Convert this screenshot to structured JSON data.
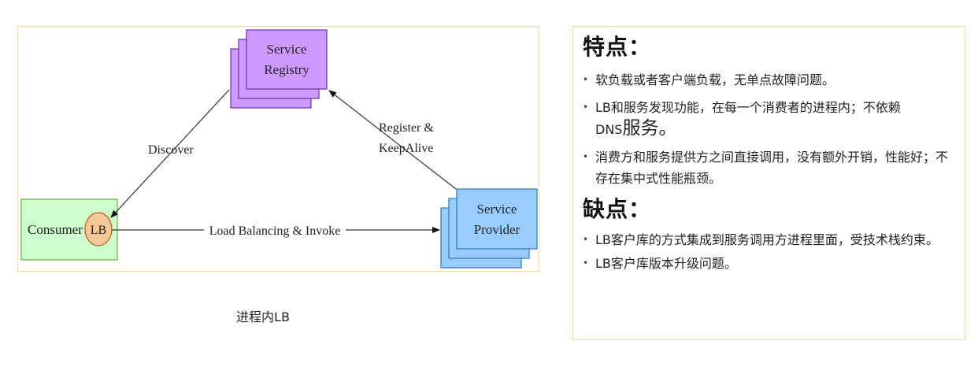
{
  "diagram": {
    "registry_label": [
      "Service",
      "Registry"
    ],
    "provider_label": [
      "Service",
      "Provider"
    ],
    "consumer_label": "Consumer",
    "lb_label": "LB",
    "discover_label": "Discover",
    "register_label": [
      "Register &",
      "KeepAlive"
    ],
    "invoke_label": "Load Balancing & Invoke",
    "caption": "进程内LB",
    "colors": {
      "registry_fill": "#cc99ff",
      "registry_stroke": "#7030a0",
      "provider_fill": "#99ccff",
      "provider_stroke": "#2e75b6",
      "consumer_fill": "#ccffcc",
      "consumer_stroke": "#70ad47",
      "lb_fill": "#f8c89a",
      "lb_stroke": "#c55a11",
      "panel_border": "#f0dba4"
    }
  },
  "info": {
    "features_heading": "特点：",
    "features": [
      "软负载或者客户端负载，无单点故障问题。",
      {
        "text": "LB和服务发现功能，在每一个消费者的进程内；不依赖",
        "line2_prefix": "DNS",
        "line2_big": "服务。"
      },
      "消费方和服务提供方之间直接调用，没有额外开销，性能好；不存在集中式性能瓶颈。"
    ],
    "cons_heading": "缺点：",
    "cons": [
      "LB客户库的方式集成到服务调用方进程里面，受技术栈约束。",
      "LB客户库版本升级问题。"
    ]
  }
}
